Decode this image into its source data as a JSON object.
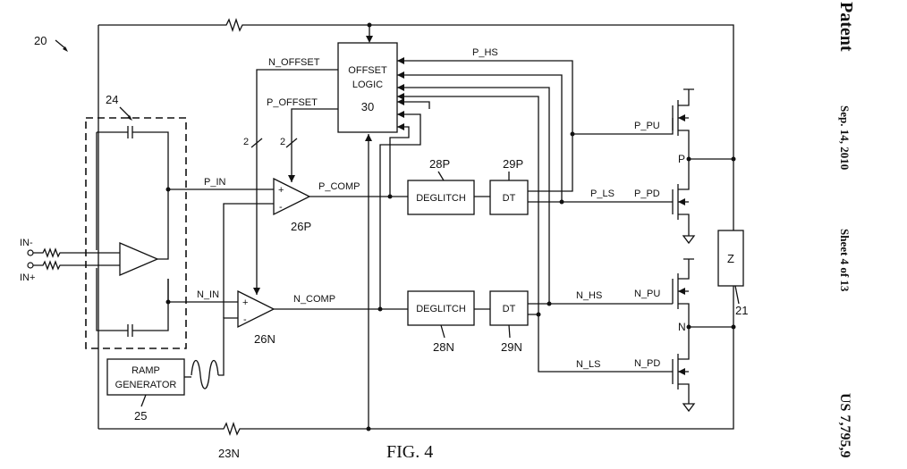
{
  "header": {
    "publisher": "Patent",
    "date": "Sep. 14, 2010",
    "sheet": "Sheet 4 of 13",
    "patent_number": "US 7,795,9"
  },
  "figure": {
    "caption": "FIG. 4",
    "ref_20": "20",
    "ref_24": "24",
    "ref_23n": "23N",
    "ref_21": "21",
    "input_neg": "IN-",
    "input_pos": "IN+",
    "ramp_label_line1": "RAMP",
    "ramp_label_line2": "GENERATOR",
    "ramp_ref": "25",
    "offset_label_line1": "OFFSET",
    "offset_label_line2": "LOGIC",
    "offset_ref": "30",
    "n_offset": "N_OFFSET",
    "p_offset": "P_OFFSET",
    "bus_n_width": "2",
    "bus_p_width": "2",
    "p_in": "P_IN",
    "n_in": "N_IN",
    "plus_sign": "+",
    "minus_sign": "-",
    "comp_p_ref": "26P",
    "comp_n_ref": "26N",
    "p_comp": "P_COMP",
    "n_comp": "N_COMP",
    "deglitch_p_label": "DEGLITCH",
    "deglitch_n_label": "DEGLITCH",
    "deglitch_p_ref": "28P",
    "deglitch_n_ref": "28N",
    "dt_p_label": "DT",
    "dt_n_label": "DT",
    "dt_p_ref": "29P",
    "dt_n_ref": "29N",
    "p_hs": "P_HS",
    "p_ls": "P_LS",
    "n_hs": "N_HS",
    "n_ls": "N_LS",
    "p_pu": "P_PU",
    "p_pd": "P_PD",
    "n_pu": "N_PU",
    "n_pd": "N_PD",
    "node_p": "P",
    "node_n": "N",
    "load_label": "Z"
  }
}
